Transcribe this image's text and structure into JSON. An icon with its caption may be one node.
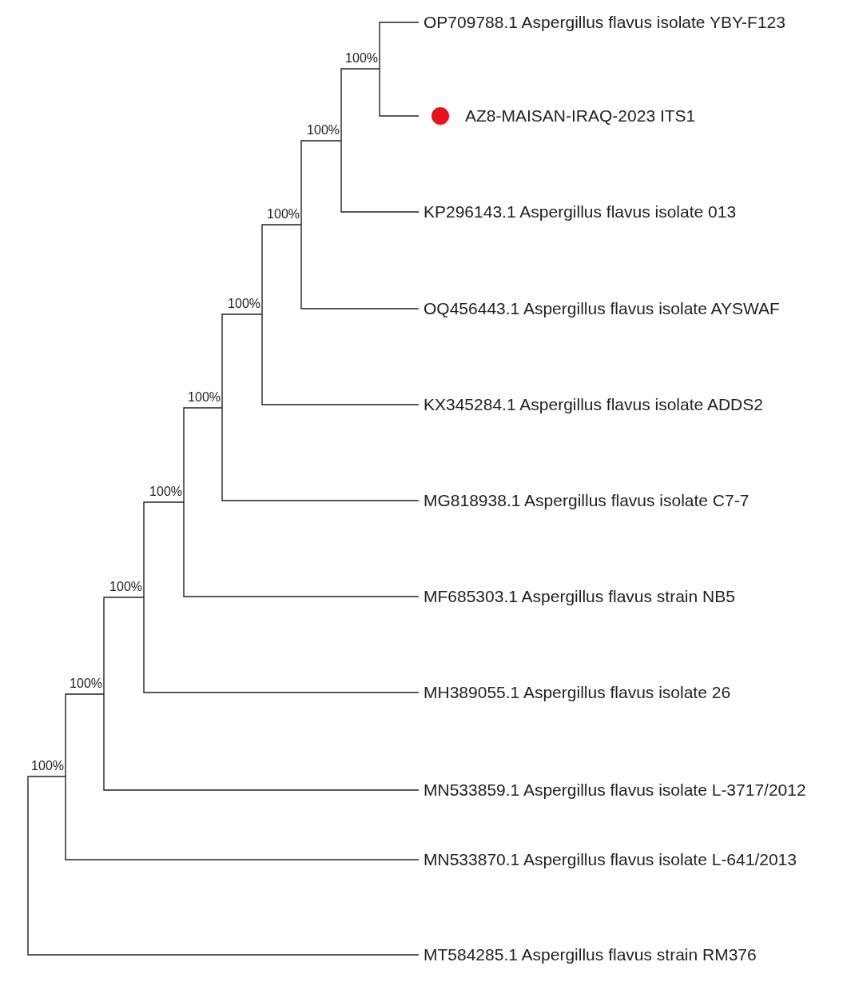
{
  "diagram": {
    "nodes": [
      {
        "text": [
          "100%"
        ]
      },
      {
        "text": [
          "100%"
        ]
      },
      {
        "text": [
          "100%"
        ]
      },
      {
        "text": [
          "100%"
        ]
      },
      {
        "text": [
          "100%"
        ]
      },
      {
        "text": [
          "100%"
        ]
      },
      {
        "text": [
          "100%"
        ]
      },
      {
        "text": [
          "100%"
        ]
      },
      {
        "text": [
          "100%"
        ]
      },
      {
        "text": [
          "OP709788.1 Aspergillus flavus isolate YBY-F123"
        ]
      },
      {
        "text": [
          "AZ8-MAISAN-IRAQ-2023 ITS1"
        ]
      },
      {
        "text": [
          "KP296143.1 Aspergillus flavus isolate 013"
        ]
      },
      {
        "text": [
          "OQ456443.1 Aspergillus flavus isolate AYSWAF"
        ]
      },
      {
        "text": [
          "KX345284.1 Aspergillus flavus isolate ADDS2"
        ]
      },
      {
        "text": [
          "MG818938.1 Aspergillus flavus isolate C7-7"
        ]
      },
      {
        "text": [
          "MF685303.1 Aspergillus flavus strain NB5"
        ]
      },
      {
        "text": [
          "MH389055.1 Aspergillus flavus isolate 26"
        ]
      },
      {
        "text": [
          "MN533859.1 Aspergillus flavus isolate L-3717/2012"
        ]
      },
      {
        "text": [
          "MN533870.1 Aspergillus flavus isolate L-641/2013"
        ]
      },
      {
        "text": [
          "MT584285.1 Aspergillus flavus strain RM376"
        ]
      }
    ],
    "edges": [
      {
        "from": 0,
        "to": 19,
        "arrow": "none"
      },
      {
        "from": 0,
        "to": 1,
        "arrow": "none"
      },
      {
        "from": 0,
        "to": 18,
        "arrow": "none"
      },
      {
        "from": 1,
        "to": 2,
        "arrow": "none"
      },
      {
        "from": 1,
        "to": 17,
        "arrow": "none"
      },
      {
        "from": 2,
        "to": 3,
        "arrow": "none"
      },
      {
        "from": 2,
        "to": 16,
        "arrow": "none"
      },
      {
        "from": 3,
        "to": 4,
        "arrow": "none"
      },
      {
        "from": 3,
        "to": 15,
        "arrow": "none"
      },
      {
        "from": 4,
        "to": 5,
        "arrow": "none"
      },
      {
        "from": 4,
        "to": 14,
        "arrow": "none"
      },
      {
        "from": 5,
        "to": 6,
        "arrow": "none"
      },
      {
        "from": 5,
        "to": 13,
        "arrow": "none"
      },
      {
        "from": 6,
        "to": 7,
        "arrow": "none"
      },
      {
        "from": 6,
        "to": 12,
        "arrow": "none"
      },
      {
        "from": 7,
        "to": 8,
        "arrow": "none"
      },
      {
        "from": 7,
        "to": 11,
        "arrow": "none"
      },
      {
        "from": 8,
        "to": 9,
        "arrow": "none"
      },
      {
        "from": 8,
        "to": 10,
        "arrow": "none"
      }
    ]
  }
}
